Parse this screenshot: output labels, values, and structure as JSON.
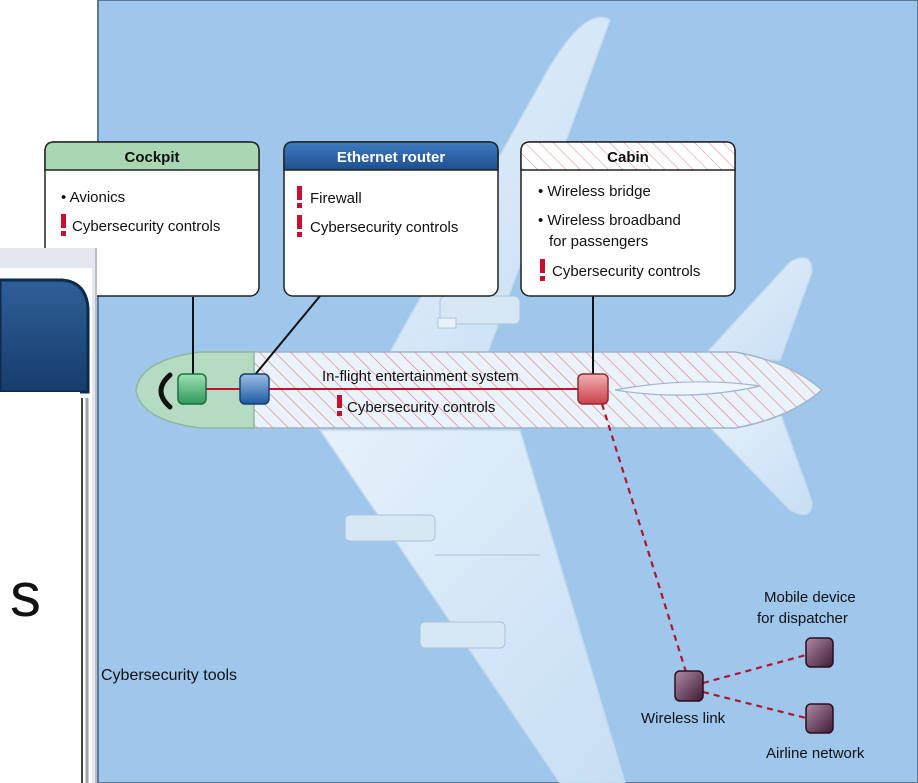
{
  "colors": {
    "background": "#9fc7ec",
    "cockpit": "#2e9a5a",
    "cockpit_header": "#a9d7b3",
    "router": "#1e5aa0",
    "router_header": "#2e67a8",
    "cabin": "#d44b52",
    "warning": "#c8102e",
    "device": "#5e2a4a"
  },
  "cockpit": {
    "title": "Cockpit",
    "items": [
      "• Avionics"
    ],
    "control": "Cybersecurity controls"
  },
  "router": {
    "title": "Ethernet router",
    "control_1": "Firewall",
    "control_2": "Cybersecurity controls"
  },
  "cabin": {
    "title": "Cabin",
    "item_1": "• Wireless bridge",
    "item_2_line1": "• Wireless broadband",
    "item_2_line2": "for passengers",
    "control": "Cybersecurity controls"
  },
  "ife": {
    "label": "In-flight entertainment system",
    "control": "Cybersecurity controls"
  },
  "devices": {
    "wireless_link": "Wireless link",
    "mobile_line1": "Mobile device",
    "mobile_line2": "for dispatcher",
    "airline_network": "Airline network"
  },
  "overlay": {
    "partial_text": "s",
    "tools_label": "Cybersecurity tools"
  }
}
